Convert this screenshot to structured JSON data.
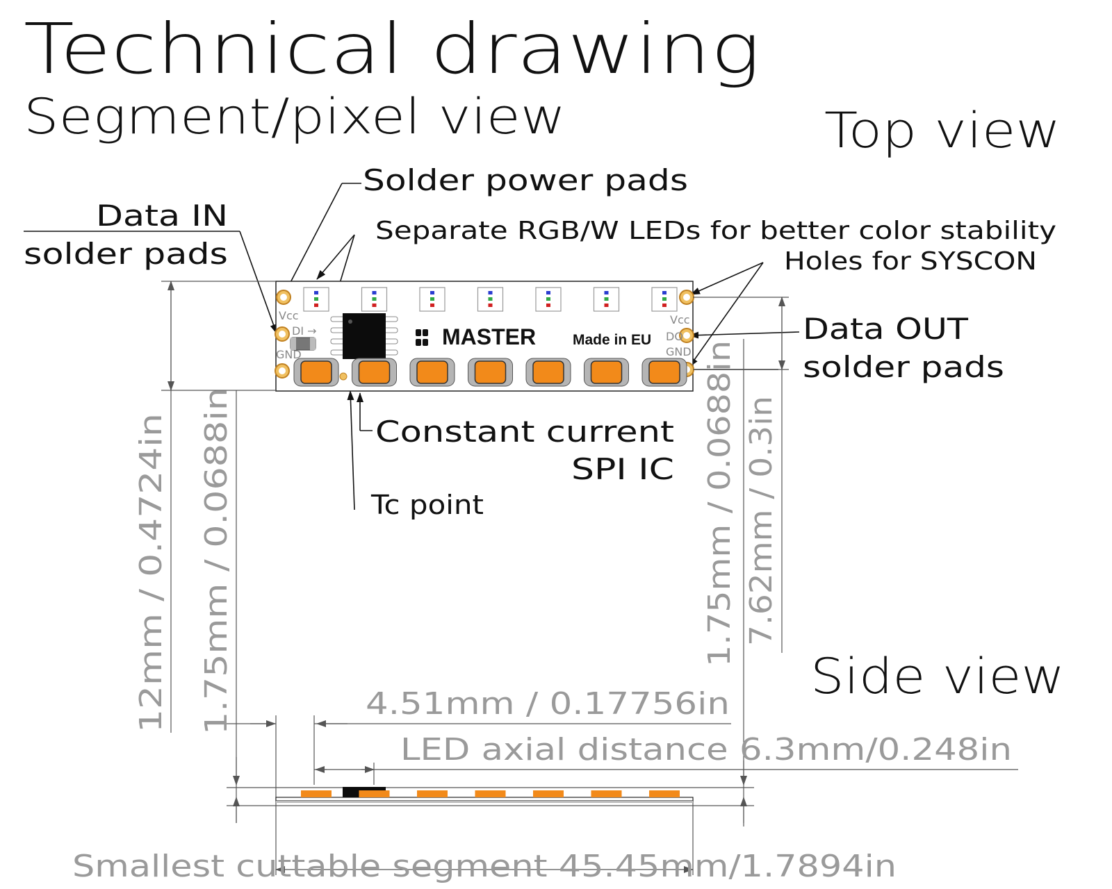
{
  "titles": {
    "main": "Technical drawing",
    "sub": "Segment/pixel view",
    "top_view": "Top view",
    "side_view": "Side view"
  },
  "callouts": {
    "solder_power_pads": "Solder power pads",
    "separate_leds": "Separate RGB/W LEDs for better color stability",
    "holes_syscon": "Holes for SYSCON",
    "data_in_line1": "Data IN",
    "data_in_line2": "solder pads",
    "data_out_line1": "Data OUT",
    "data_out_line2": "solder pads",
    "constant_current_line1": "Constant current",
    "constant_current_line2": "SPI IC",
    "tc_point": "Tc point"
  },
  "pcb": {
    "brand": "MASTER",
    "made_in": "Made in EU",
    "vcc_left": "Vcc",
    "di": "DI →",
    "gnd_left": "GND",
    "vcc_right": "Vcc",
    "do": "DO",
    "gnd_right": "GND"
  },
  "dimensions": {
    "width_12mm": "12mm / 0.4724in",
    "pad_offset_left": "1.75mm / 0.0688in",
    "pad_offset_right": "1.75mm / 0.0688in",
    "hole_spacing": "7.62mm / 0.3in",
    "led_width": "4.51mm / 0.17756in",
    "led_axial": "LED axial distance 6.3mm/0.248in",
    "segment": "Smallest cuttable segment 45.45mm/1.7894in"
  },
  "colors": {
    "led_orange": "#f28a1a",
    "dim_text": "#9a9a9a",
    "ink": "#111111"
  }
}
